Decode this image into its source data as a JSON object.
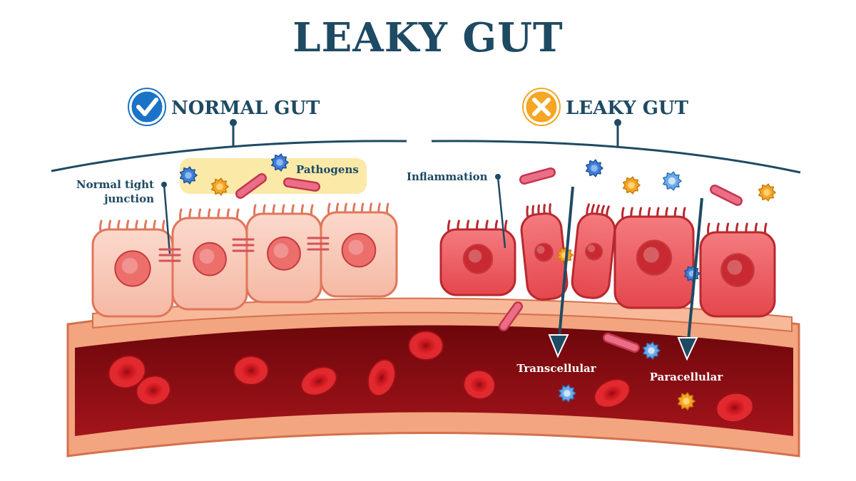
{
  "title": "LEAKY GUT",
  "panels": {
    "normal": {
      "heading": "NORMAL GUT",
      "icon": "check-badge-icon"
    },
    "leaky": {
      "heading": "LEAKY GUT",
      "icon": "cross-badge-icon"
    }
  },
  "labels": {
    "tight_junction_line1": "Normal tight",
    "tight_junction_line2": "junction",
    "pathogens": "Pathogens",
    "inflammation": "Inflammation",
    "transcellular": "Transcellular",
    "paracellular": "Paracellular"
  },
  "colors": {
    "navy": "#1e4a63",
    "check_blue": "#1a73c6",
    "cross_orange": "#f5a623",
    "blood_dark": "#7a0a0e",
    "blood_wall": "#f2a57f",
    "cell_normal": "#f8c8b8",
    "cell_inflamed": "#ef5a5f",
    "rbc": "#d71920",
    "pathogen_zone": "#fbe9a8"
  }
}
